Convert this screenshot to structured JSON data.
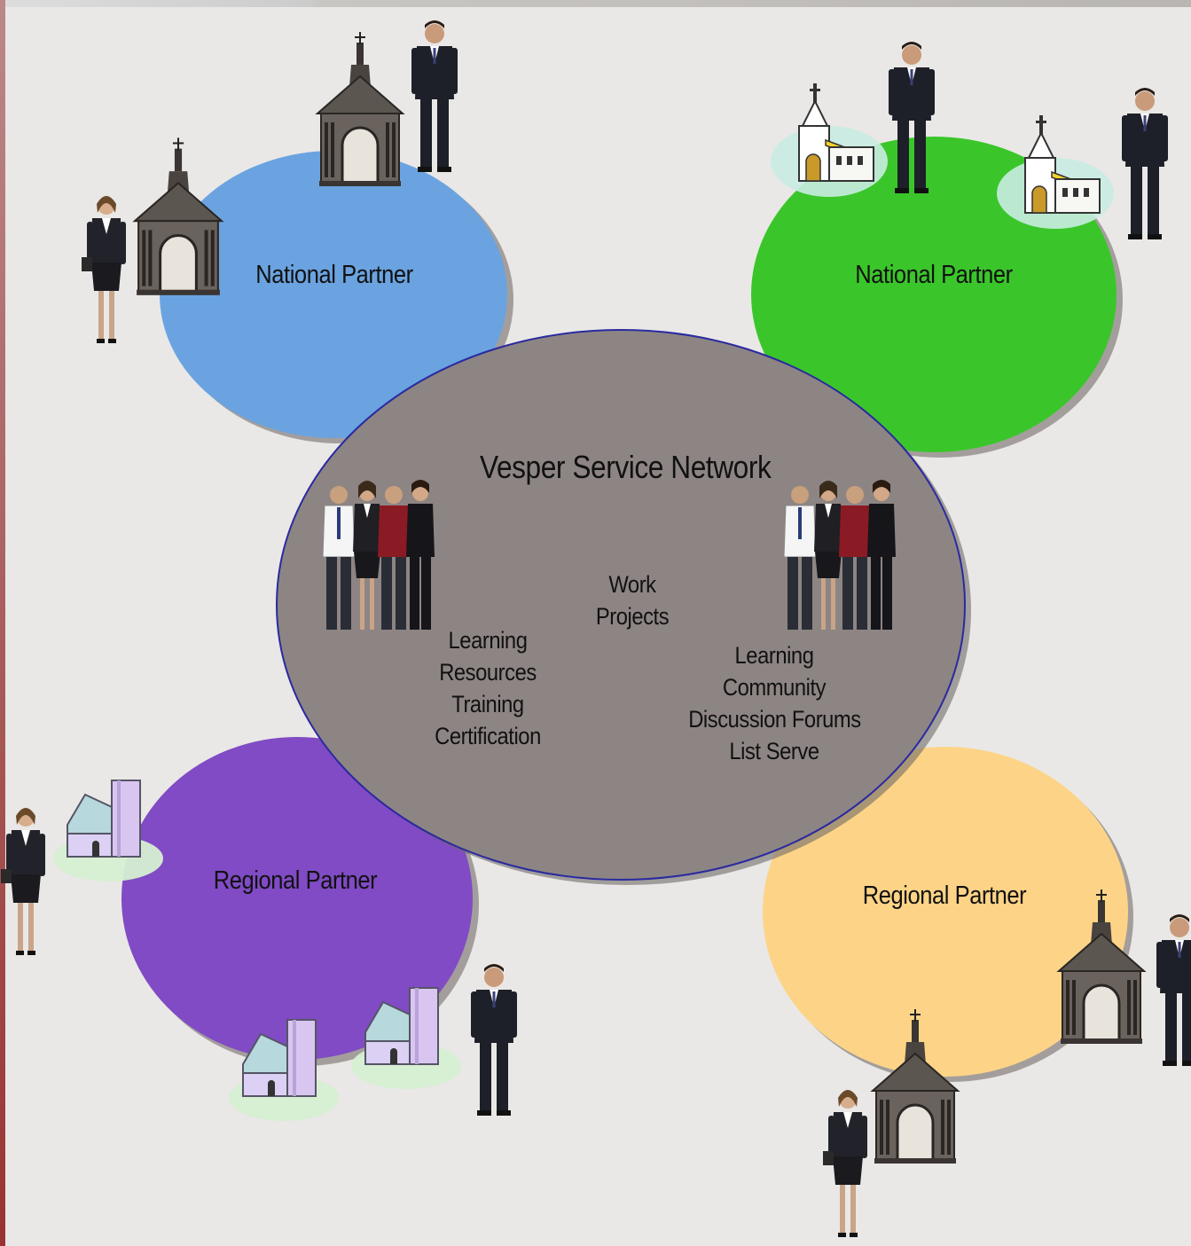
{
  "diagram": {
    "center": {
      "title": "Vesper Service Network",
      "work": [
        "Work",
        "Projects"
      ],
      "learning_resources": [
        "Learning",
        "Resources",
        "Training",
        "Certification"
      ],
      "learning_community": [
        "Learning",
        "Community",
        "Discussion Forums",
        "List Serve"
      ]
    },
    "partners": {
      "top_left": "National Partner",
      "top_right": "National Partner",
      "bottom_left": "Regional Partner",
      "bottom_right": "Regional Partner"
    },
    "colors": {
      "background": "#e9e8e6",
      "center": "#8d8583",
      "center_outline": "#2a2aa0",
      "national_left": "#6aa3e0",
      "national_right": "#3ac62a",
      "regional_left": "#804bc4",
      "regional_right": "#fdd487"
    },
    "icons": [
      "church-icon",
      "chapel-icon",
      "person-icon",
      "group-icon"
    ]
  }
}
